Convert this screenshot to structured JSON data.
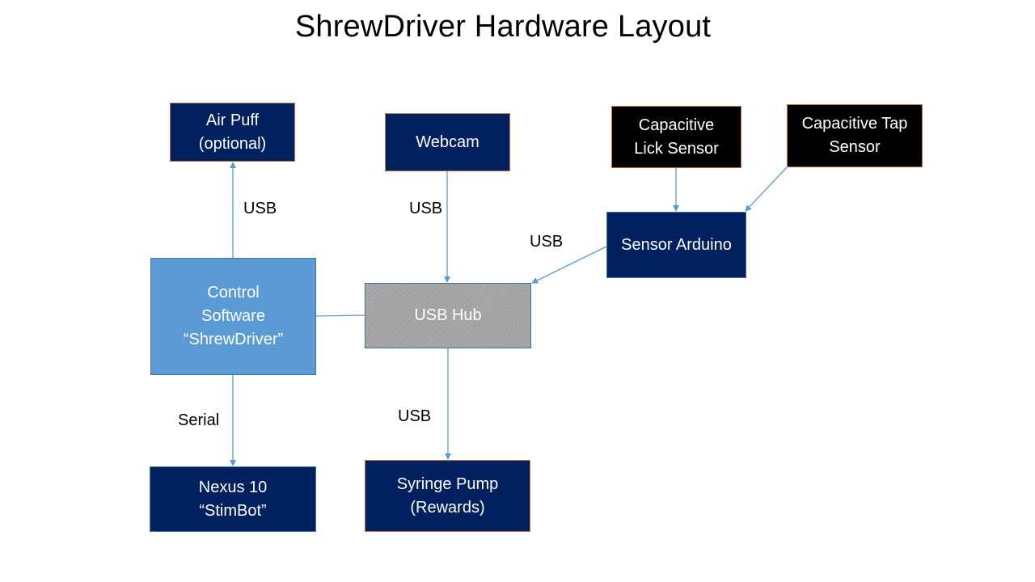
{
  "title": "ShrewDriver Hardware Layout",
  "nodes": {
    "air_puff": [
      "Air Puff",
      "(optional)"
    ],
    "webcam": [
      "Webcam"
    ],
    "lick_sensor": [
      "Capacitive",
      "Lick Sensor"
    ],
    "tap_sensor": [
      "Capacitive Tap",
      "Sensor"
    ],
    "sensor_arduino": [
      "Sensor Arduino"
    ],
    "control_software": [
      "Control",
      "Software",
      "“ShrewDriver”"
    ],
    "usb_hub": [
      "USB Hub"
    ],
    "nexus": [
      "Nexus 10",
      "“StimBot”"
    ],
    "syringe_pump": [
      "Syringe Pump",
      "(Rewards)"
    ]
  },
  "edge_labels": {
    "control_to_airpuff": "USB",
    "webcam_to_hub": "USB",
    "arduino_to_hub": "USB",
    "hub_to_pump": "USB",
    "control_to_nexus": "Serial"
  },
  "colors": {
    "navy": "#002060",
    "light_blue": "#5b9bd5",
    "hub_gray": "#a6a6a6",
    "connector": "#5b9bd5",
    "box_outline": "#c9733b"
  }
}
